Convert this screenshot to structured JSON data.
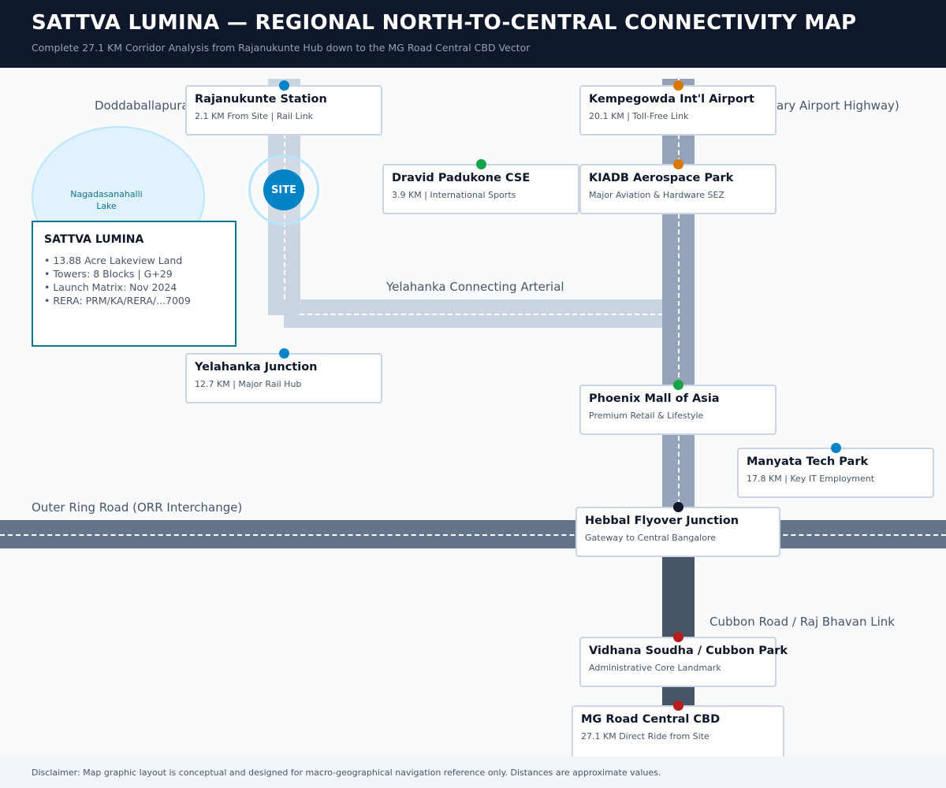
{
  "header": {
    "title": "SATTVA LUMINA — REGIONAL NORTH-TO-CENTRAL CONNECTIVITY MAP",
    "subtitle": "Complete 27.1 KM Corridor Analysis from Rajanukunte Hub down to the MG Road Central CBD Vector"
  },
  "colors": {
    "header_bg": "#0f172a",
    "rail_blue": "#0284c7",
    "airport_orange": "#d97706",
    "leisure_green": "#16a34a",
    "central_red": "#b91c1c",
    "junction_black": "#0f172a",
    "road_light": "#cbd5e1",
    "road_mid": "#94a3b8",
    "road_orr": "#64748b",
    "road_dark": "#475569"
  },
  "roads": {
    "doddaballapura": "Doddaballapura",
    "airport_highway": "ary Airport Highway)",
    "yelahanka_arterial": "Yelahanka Connecting Arterial",
    "orr": "Outer Ring Road (ORR Interchange)",
    "cubbon": "Cubbon Road / Raj Bhavan Link"
  },
  "lake": {
    "line1": "Nagadasanahalli",
    "line2": "Lake"
  },
  "site_marker": "SITE",
  "project": {
    "title": "SATTVA LUMINA",
    "bullets": [
      "• 13.88 Acre Lakeview Land",
      "• Towers: 8 Blocks | G+29",
      "• Launch Matrix: Nov 2024",
      "• RERA: PRM/KA/RERA/...7009"
    ]
  },
  "landmarks": {
    "rajanukunte": {
      "title": "Rajanukunte Station",
      "sub": "2.1 KM From Site | Rail Link",
      "category": "rail-icon"
    },
    "airport": {
      "title": "Kempegowda Int'l Airport",
      "sub": "20.1 KM | Toll-Free Link",
      "category": "airport-icon"
    },
    "dravid": {
      "title": "Dravid Padukone CSE",
      "sub": "3.9 KM | International Sports",
      "category": "sports-icon"
    },
    "kiadb": {
      "title": "KIADB Aerospace Park",
      "sub": "Major Aviation & Hardware SEZ",
      "category": "industry-icon"
    },
    "yelahanka": {
      "title": "Yelahanka Junction",
      "sub": "12.7 KM | Major Rail Hub",
      "category": "rail-icon"
    },
    "phoenix": {
      "title": "Phoenix Mall of Asia",
      "sub": "Premium Retail & Lifestyle",
      "category": "retail-icon"
    },
    "manyata": {
      "title": "Manyata Tech Park",
      "sub": "17.8 KM | Key IT Employment",
      "category": "office-icon"
    },
    "hebbal": {
      "title": "Hebbal Flyover Junction",
      "sub": "Gateway to Central Bangalore",
      "category": "junction-icon"
    },
    "vidhana": {
      "title": "Vidhana Soudha / Cubbon Park",
      "sub": "Administrative Core Landmark",
      "category": "landmark-icon"
    },
    "mgroad": {
      "title": "MG Road Central CBD",
      "sub": "27.1 KM Direct Ride from Site",
      "category": "cbd-icon"
    }
  },
  "footer": {
    "disclaimer": "Disclaimer: Map graphic layout is conceptual and designed for macro-geographical navigation reference only. Distances are approximate values."
  }
}
